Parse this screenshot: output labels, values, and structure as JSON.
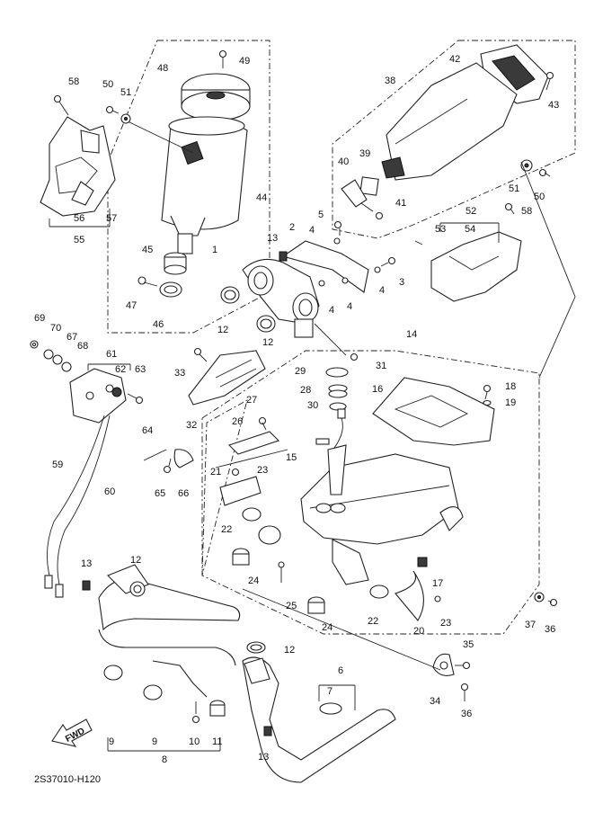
{
  "diagram": {
    "code": "2S37010-H120",
    "fwd_label": "FWD",
    "callouts": [
      "1",
      "2",
      "3",
      "4",
      "4",
      "4",
      "4",
      "5",
      "6",
      "7",
      "8",
      "9",
      "9",
      "10",
      "11",
      "12",
      "12",
      "12",
      "12",
      "13",
      "13",
      "13",
      "14",
      "15",
      "16",
      "17",
      "18",
      "19",
      "20",
      "21",
      "22",
      "22",
      "23",
      "23",
      "24",
      "24",
      "25",
      "26",
      "27",
      "28",
      "29",
      "30",
      "31",
      "32",
      "33",
      "34",
      "35",
      "36",
      "36",
      "37",
      "38",
      "39",
      "40",
      "41",
      "42",
      "43",
      "44",
      "45",
      "46",
      "47",
      "48",
      "49",
      "50",
      "50",
      "51",
      "51",
      "52",
      "53",
      "54",
      "55",
      "56",
      "57",
      "58",
      "58",
      "59",
      "60",
      "61",
      "62",
      "63",
      "64",
      "65",
      "66",
      "67",
      "68",
      "69",
      "70"
    ]
  },
  "colors": {
    "ink": "#222222",
    "dark_part": "#3a3a3a",
    "background": "#ffffff"
  }
}
